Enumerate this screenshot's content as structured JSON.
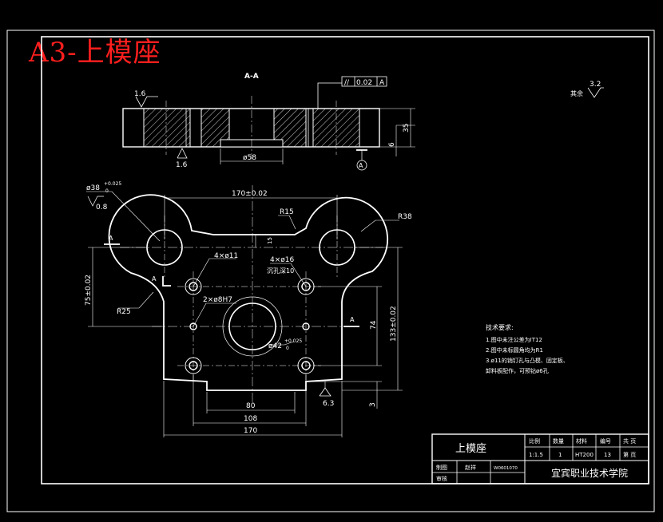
{
  "sheet_label": "A3-上模座",
  "section": {
    "title": "A-A",
    "flatness_symbol": "//",
    "flatness_value": "0.02",
    "datum_letter": "A",
    "surface_top": "1.6",
    "surface_bottom": "1.6",
    "dim_diameter": "ø58",
    "dim_height_total": "35",
    "dim_height_step": "6",
    "datum_marker": "A"
  },
  "roughness_other": {
    "value": "3.2",
    "label": "其余"
  },
  "plan": {
    "dim_top_width": "170±0.02",
    "dim_radius_r15": "R15",
    "dim_radius_r38": "R38",
    "dim_radius_r25": "R25",
    "bore_left_dia": "ø38",
    "bore_left_tol": "+0.025",
    "bore_left_tol_lower": "0",
    "bore_left_roughness": "0.8",
    "holes_4x11": "4×ø11",
    "holes_4x16": "4×ø16",
    "counterbore": "沉孔深10",
    "pin_holes": "2×ø8H7",
    "center_bore": "ø42",
    "center_bore_tol": "+0.025",
    "center_bore_tol_lower": "0",
    "dim_75": "75±0.02",
    "dim_133": "133±0.02",
    "dim_74": "74",
    "dim_80": "80",
    "dim_108": "108",
    "dim_170": "170",
    "dim_3": "3",
    "roughness_63": "6.3",
    "dim_15": "15",
    "section_mark_a": "A"
  },
  "tech_requirements": {
    "heading": "技术要求:",
    "items": [
      "1.图中未注公差为IT12",
      "2.图中未标圆角均为R1",
      "3.ø11的销钉孔与凸模、固定板、",
      "   卸料板配作，可预钻ø6孔"
    ]
  },
  "title_block": {
    "part_name": "上模座",
    "h_scale": "比例",
    "h_qty": "数量",
    "h_material": "材料",
    "h_code": "编号",
    "h_total": "共 页",
    "v_scale": "1:1.5",
    "v_qty": "1",
    "v_material": "HT200",
    "v_code": "13",
    "v_page": "第 页",
    "r_drawn": "制图",
    "drawn_by": "赵祥",
    "drawing_no": "W0601070",
    "r_checked": "审核",
    "school": "宜宾职业技术学院"
  },
  "colors": {
    "background": "#000000",
    "line": "#ffffff",
    "label_red": "#ff1e1e"
  }
}
